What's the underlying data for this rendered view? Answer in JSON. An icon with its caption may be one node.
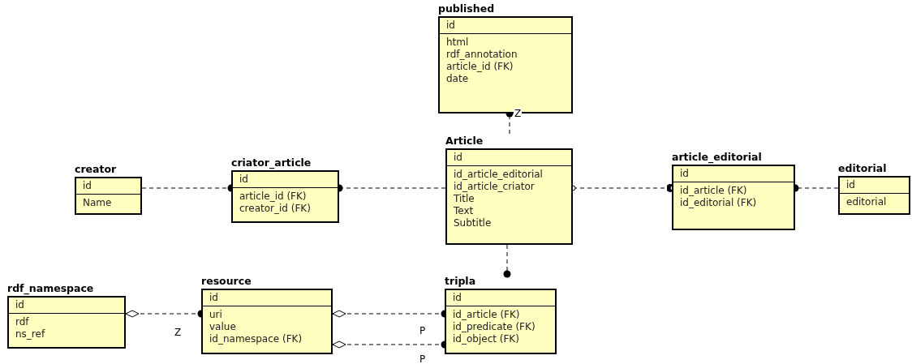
{
  "diagram": {
    "nodes": [
      {
        "text": [
          "published",
          "id",
          "html",
          "rdf_annotation",
          "article_id (FK)",
          "date"
        ]
      },
      {
        "text": [
          "creator",
          "id",
          "Name"
        ]
      },
      {
        "text": [
          "criator_article",
          "id",
          "article_id (FK)",
          "creator_id (FK)"
        ]
      },
      {
        "text": [
          "Article",
          "id",
          "id_article_editorial",
          "id_article_criator",
          "Title",
          "Text",
          "Subtitle"
        ]
      },
      {
        "text": [
          "article_editorial",
          "id",
          "id_article (FK)",
          "id_editorial (FK)"
        ]
      },
      {
        "text": [
          "editorial",
          "id",
          "editorial"
        ]
      },
      {
        "text": [
          "rdf_namespace",
          "id",
          "rdf",
          "ns_ref"
        ]
      },
      {
        "text": [
          "resource",
          "id",
          "uri",
          "value",
          "id_namespace (FK)"
        ]
      },
      {
        "text": [
          "tripla",
          "id",
          "id_article (FK)",
          "id_predicate (FK)",
          "id_object (FK)"
        ]
      }
    ],
    "edges": [
      {
        "from": 1,
        "to": 2,
        "arrow": "other",
        "style": "dashed"
      },
      {
        "from": 3,
        "to": 2,
        "arrow": "other",
        "style": "dashed"
      },
      {
        "from": 3,
        "to": 4,
        "arrow": "other",
        "style": "dashed"
      },
      {
        "from": 5,
        "to": 4,
        "arrow": "other",
        "style": "dashed"
      },
      {
        "from": 3,
        "to": 0,
        "label": "Z",
        "arrow": "other",
        "style": "dashed"
      },
      {
        "from": 3,
        "to": 8,
        "arrow": "other",
        "style": "dashed"
      },
      {
        "from": 6,
        "to": 7,
        "label": "Z",
        "arrow": "other",
        "style": "dashed"
      },
      {
        "from": 7,
        "to": 8,
        "label": "P",
        "arrow": "other",
        "style": "dashed"
      },
      {
        "from": 7,
        "to": 8,
        "label": "P",
        "arrow": "other",
        "style": "dashed"
      }
    ]
  }
}
